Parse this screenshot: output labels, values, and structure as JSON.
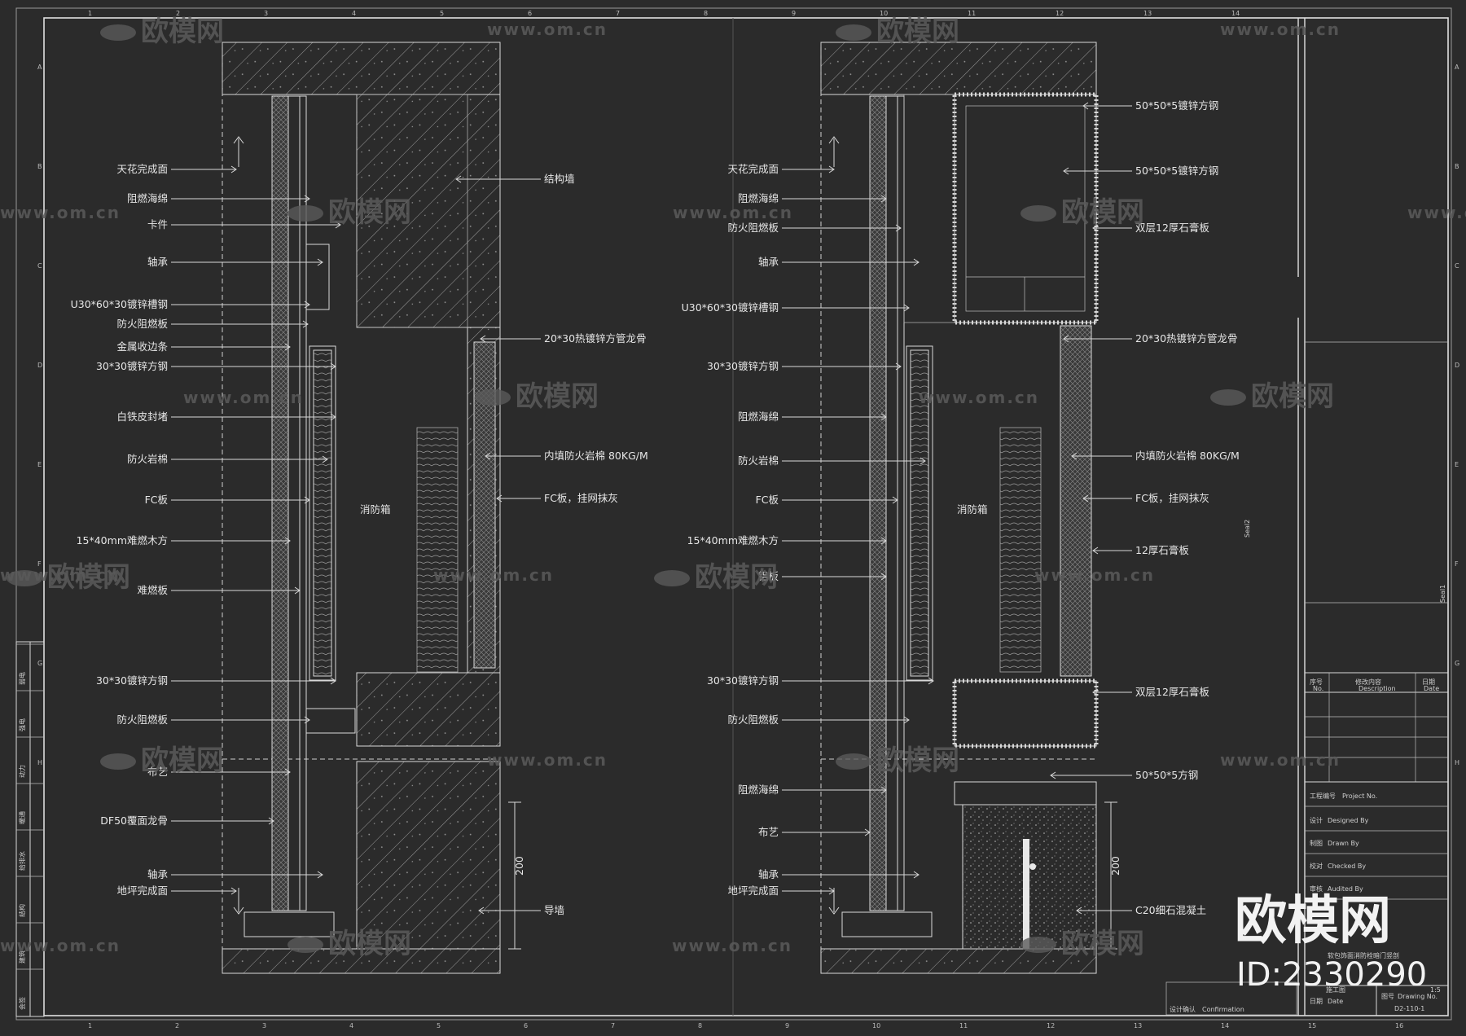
{
  "left_labels": [
    "天花完成面",
    "阻燃海绵",
    "卡件",
    "轴承",
    "U30*60*30镀锌槽钢",
    "防火阻燃板",
    "金属收边条",
    "30*30镀锌方钢",
    "白铁皮封堵",
    "防火岩棉",
    "FC板",
    "15*40mm难燃木方",
    "难燃板",
    "30*30镀锌方钢",
    "防火阻燃板",
    "布艺",
    "DF50覆面龙骨",
    "轴承",
    "地坪完成面"
  ],
  "left_right_labels": [
    "结构墙",
    "20*30热镀锌方管龙骨",
    "内填防火岩棉  80KG/M",
    "FC板，挂网抹灰",
    "导墙"
  ],
  "right_left_labels": [
    "天花完成面",
    "阻燃海绵",
    "防火阻燃板",
    "轴承",
    "U30*60*30镀锌槽钢",
    "30*30镀锌方钢",
    "阻燃海绵",
    "防火岩棉",
    "FC板",
    "15*40mm难燃木方",
    "铝板",
    "30*30镀锌方钢",
    "防火阻燃板",
    "阻燃海绵",
    "布艺",
    "轴承",
    "地坪完成面"
  ],
  "right_right_labels": [
    "50*50*5镀锌方钢",
    "50*50*5镀锌方钢",
    "双层12厚石膏板",
    "20*30热镀锌方管龙骨",
    "内填防火岩棉  80KG/M",
    "FC板，挂网抹灰",
    "12厚石膏板",
    "双层12厚石膏板",
    "50*50*5方钢",
    "C20细石混凝土"
  ],
  "box_label": "消防箱",
  "dimension": "200",
  "title_block": {
    "rev_no": "序号",
    "rev_no_en": "No.",
    "rev_desc": "修改内容",
    "rev_desc_en": "Description",
    "rev_date": "日期",
    "rev_date_en": "Date",
    "project": "工程编号",
    "project_en": "Project No.",
    "designed": "设计",
    "designed_en": "Designed By",
    "drawn": "制图",
    "drawn_en": "Drawn By",
    "checked": "校对",
    "checked_en": "Checked By",
    "audited": "审核",
    "audited_en": "Audited By",
    "drawing_title": "软包饰面消防栓暗门竖剖",
    "stage": "施工图",
    "scale": "1:5",
    "confirm": "设计确认",
    "confirm_en": "Confirmation",
    "date_label": "日期",
    "date_en": "Date",
    "drawing_no_label": "图号",
    "drawing_no_en": "Drawing No.",
    "drawing_no": "D2-110-1",
    "seal1": "Seal1",
    "seal2": "Seal2"
  },
  "left_strip": [
    "会签",
    "建筑",
    "结构",
    "给排水",
    "暖通",
    "动力",
    "强电",
    "弱电"
  ],
  "grid_top": [
    "1",
    "2",
    "3",
    "4",
    "5",
    "6",
    "7",
    "8",
    "9",
    "10",
    "11",
    "12",
    "13",
    "14"
  ],
  "grid_bottom": [
    "1",
    "2",
    "3",
    "4",
    "5",
    "6",
    "7",
    "8",
    "9",
    "10",
    "11",
    "12",
    "13",
    "14",
    "15",
    "16"
  ],
  "grid_side": [
    "A",
    "B",
    "C",
    "D",
    "E",
    "F",
    "G",
    "H"
  ],
  "watermark": {
    "brand": "欧模网",
    "url": "www.om.cn",
    "id": "ID:2330290"
  }
}
